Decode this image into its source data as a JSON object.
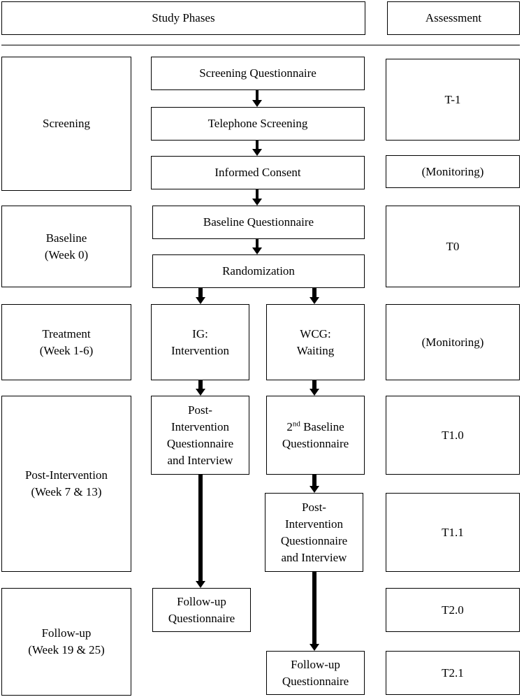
{
  "headers": {
    "phases": "Study Phases",
    "assessment": "Assessment"
  },
  "phases": {
    "screening": "Screening",
    "baseline": "Baseline\n(Week 0)",
    "treatment": "Treatment\n(Week 1-6)",
    "post_intervention": "Post-Intervention\n(Week 7 & 13)",
    "follow_up": "Follow-up\n(Week 19 & 25)"
  },
  "flow": {
    "screening_questionnaire": "Screening Questionnaire",
    "telephone_screening": "Telephone Screening",
    "informed_consent": "Informed Consent",
    "baseline_questionnaire": "Baseline Questionnaire",
    "randomization": "Randomization",
    "ig_intervention": "IG:\nIntervention",
    "wcg_waiting": "WCG:\nWaiting",
    "ig_post_intervention": "Post-\nIntervention\nQuestionnaire\nand Interview",
    "wcg_second_baseline_num": "2",
    "wcg_second_baseline_sup": "nd",
    "wcg_second_baseline_rest": " Baseline",
    "wcg_second_baseline_line2": "Questionnaire",
    "wcg_post_intervention": "Post-\nIntervention\nQuestionnaire\nand Interview",
    "ig_follow_up": "Follow-up\nQuestionnaire",
    "wcg_follow_up": "Follow-up\nQuestionnaire"
  },
  "assessment": {
    "t_minus_1": "T-1",
    "monitoring_screening": "(Monitoring)",
    "t0": "T0",
    "monitoring_treatment": "(Monitoring)",
    "t1_0": "T1.0",
    "t1_1": "T1.1",
    "t2_0": "T2.0",
    "t2_1": "T2.1"
  }
}
